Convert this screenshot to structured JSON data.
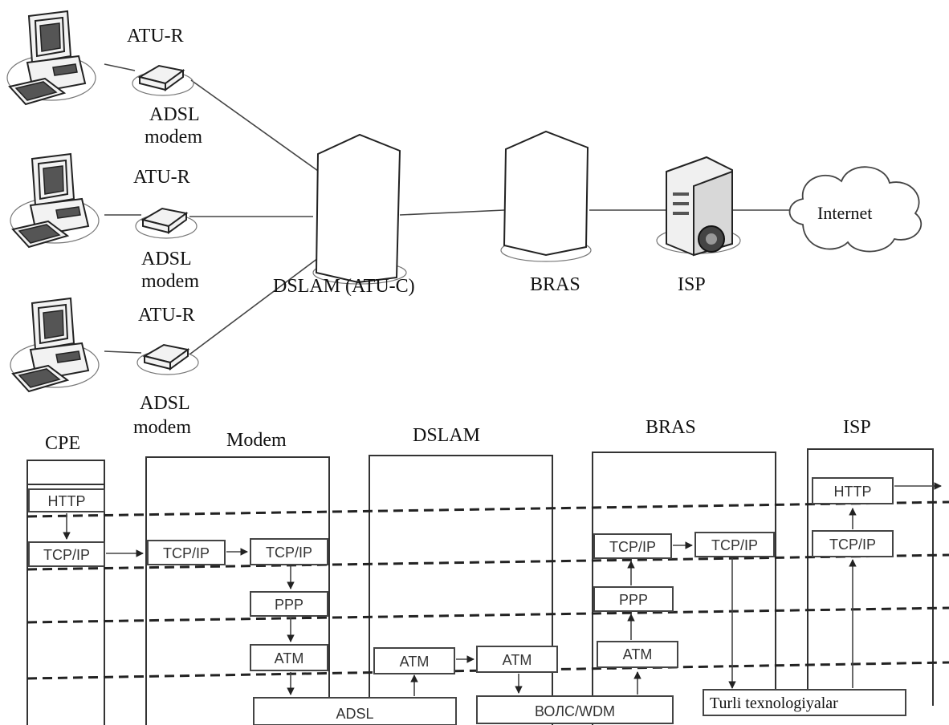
{
  "top": {
    "clients": [
      {
        "modem_label": "ATU-R",
        "modem_caption_1": "ADSL",
        "modem_caption_2": "modem"
      },
      {
        "modem_label": "ATU-R",
        "modem_caption_1": "ADSL",
        "modem_caption_2": "modem"
      },
      {
        "modem_label": "ATU-R",
        "modem_caption_1": "ADSL",
        "modem_caption_2": "modem"
      }
    ],
    "dslam_label": "DSLAM (ATU-C)",
    "bras_label": "BRAS",
    "isp_label": "ISP",
    "cloud_label": "Internet"
  },
  "stack": {
    "columns": {
      "cpe": "CPE",
      "modem": "Modem",
      "dslam": "DSLAM",
      "bras": "BRAS",
      "isp": "ISP"
    },
    "cpe": {
      "http": "HTTP",
      "tcpip": "TCP/IP"
    },
    "modem": {
      "tcpip_in": "TCP/IP",
      "tcpip_out": "TCP/IP",
      "ppp": "PPP",
      "atm": "ATM",
      "adsl": "ADSL"
    },
    "dslam": {
      "atm_left": "ATM",
      "atm_right": "ATM",
      "wdm": "ВОЛС/WDM"
    },
    "bras": {
      "tcpip_left": "TCP/IP",
      "tcpip_right": "TCP/IP",
      "ppp": "PPP",
      "atm": "ATM",
      "tech": "Turli texnologiyalar"
    },
    "isp": {
      "http": "HTTP",
      "tcpip": "TCP/IP"
    }
  }
}
